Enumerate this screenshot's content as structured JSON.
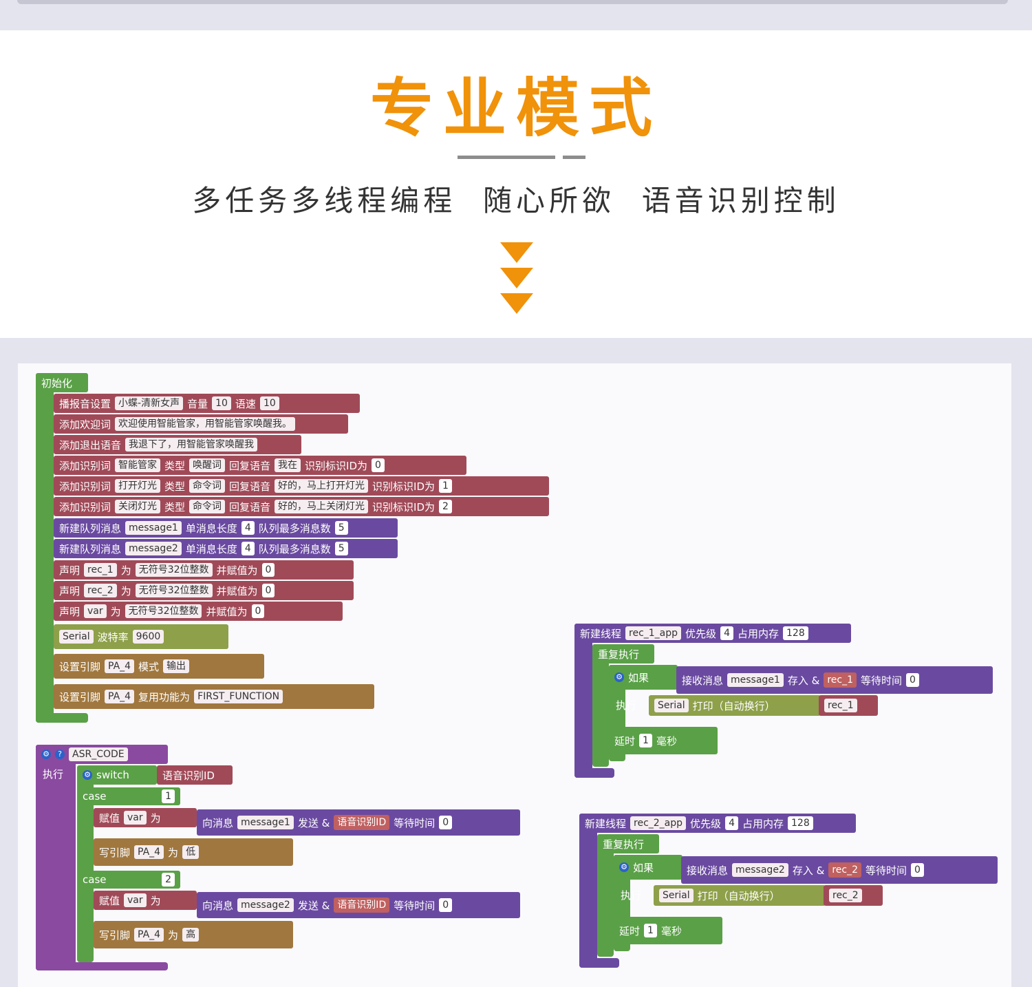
{
  "header": {
    "title": "专业模式",
    "subtitle": "多任务多线程编程  随心所欲  语音识别控制"
  },
  "init": {
    "label": "初始化",
    "rows": [
      {
        "t": "播报音设置",
        "a": "小蝶-清新女声",
        "b": "音量",
        "c": "10",
        "d": "语速",
        "e": "10"
      },
      {
        "t": "添加欢迎词",
        "a": "欢迎使用智能管家，用智能管家唤醒我。"
      },
      {
        "t": "添加退出语音",
        "a": "我退下了，用智能管家唤醒我"
      },
      {
        "t": "添加识别词",
        "a": "智能管家",
        "b": "类型",
        "c": "唤醒词",
        "d": "回复语音",
        "e": "我在",
        "f": "识别标识ID为",
        "g": "0"
      },
      {
        "t": "添加识别词",
        "a": "打开灯光",
        "b": "类型",
        "c": "命令词",
        "d": "回复语音",
        "e": "好的，马上打开灯光",
        "f": "识别标识ID为",
        "g": "1"
      },
      {
        "t": "添加识别词",
        "a": "关闭灯光",
        "b": "类型",
        "c": "命令词",
        "d": "回复语音",
        "e": "好的，马上关闭灯光",
        "f": "识别标识ID为",
        "g": "2"
      },
      {
        "t": "新建队列消息",
        "a": "message1",
        "b": "单消息长度",
        "c": "4",
        "d": "队列最多消息数",
        "e": "5"
      },
      {
        "t": "新建队列消息",
        "a": "message2",
        "b": "单消息长度",
        "c": "4",
        "d": "队列最多消息数",
        "e": "5"
      },
      {
        "t": "声明",
        "a": "rec_1",
        "b": "为",
        "c": "无符号32位整数",
        "d": "并赋值为",
        "e": "0"
      },
      {
        "t": "声明",
        "a": "rec_2",
        "b": "为",
        "c": "无符号32位整数",
        "d": "并赋值为",
        "e": "0"
      },
      {
        "t": "声明",
        "a": "var",
        "b": "为",
        "c": "无符号32位整数",
        "d": "并赋值为",
        "e": "0"
      },
      {
        "t": "Serial",
        "a": "波特率",
        "b": "9600"
      },
      {
        "t": "设置引脚",
        "a": "PA_4",
        "b": "模式",
        "c": "输出"
      },
      {
        "t": "设置引脚",
        "a": "PA_4",
        "b": "复用功能为",
        "c": "FIRST_FUNCTION"
      }
    ]
  },
  "asr": {
    "func": "ASR_CODE",
    "exec": "执行",
    "switch": "switch",
    "switch_val": "语音识别ID",
    "case": "case",
    "cases": [
      {
        "num": "1",
        "assign": "赋值",
        "var": "var",
        "as": "为",
        "send": "向消息",
        "msg": "message1",
        "send2": "发送 &",
        "id": "语音识别ID",
        "wait": "等待时间",
        "w": "0",
        "write": "写引脚",
        "pin": "PA_4",
        "to": "为",
        "level": "低"
      },
      {
        "num": "2",
        "assign": "赋值",
        "var": "var",
        "as": "为",
        "send": "向消息",
        "msg": "message2",
        "send2": "发送 &",
        "id": "语音识别ID",
        "wait": "等待时间",
        "w": "0",
        "write": "写引脚",
        "pin": "PA_4",
        "to": "为",
        "level": "高"
      }
    ]
  },
  "threads": [
    {
      "new": "新建线程",
      "name": "rec_1_app",
      "prio_l": "优先级",
      "prio": "4",
      "mem_l": "占用内存",
      "mem": "128",
      "repeat": "重复执行",
      "if": "如果",
      "recv": "接收消息",
      "msg": "message1",
      "store": "存入 &",
      "var": "rec_1",
      "wait": "等待时间",
      "w": "0",
      "exec": "执行",
      "serial": "Serial",
      "print": "打印（自动换行）",
      "pv": "rec_1",
      "delay": "延时",
      "dv": "1",
      "ms": "毫秒"
    },
    {
      "new": "新建线程",
      "name": "rec_2_app",
      "prio_l": "优先级",
      "prio": "4",
      "mem_l": "占用内存",
      "mem": "128",
      "repeat": "重复执行",
      "if": "如果",
      "recv": "接收消息",
      "msg": "message2",
      "store": "存入 &",
      "var": "rec_2",
      "wait": "等待时间",
      "w": "0",
      "exec": "执行",
      "serial": "Serial",
      "print": "打印（自动换行）",
      "pv": "rec_2",
      "delay": "延时",
      "dv": "1",
      "ms": "毫秒"
    }
  ],
  "colors": {
    "accent": "#f0920a",
    "event": "#5aa047",
    "voice": "#a04a58",
    "queue": "#6a4aa0",
    "pin": "#a0773e"
  }
}
